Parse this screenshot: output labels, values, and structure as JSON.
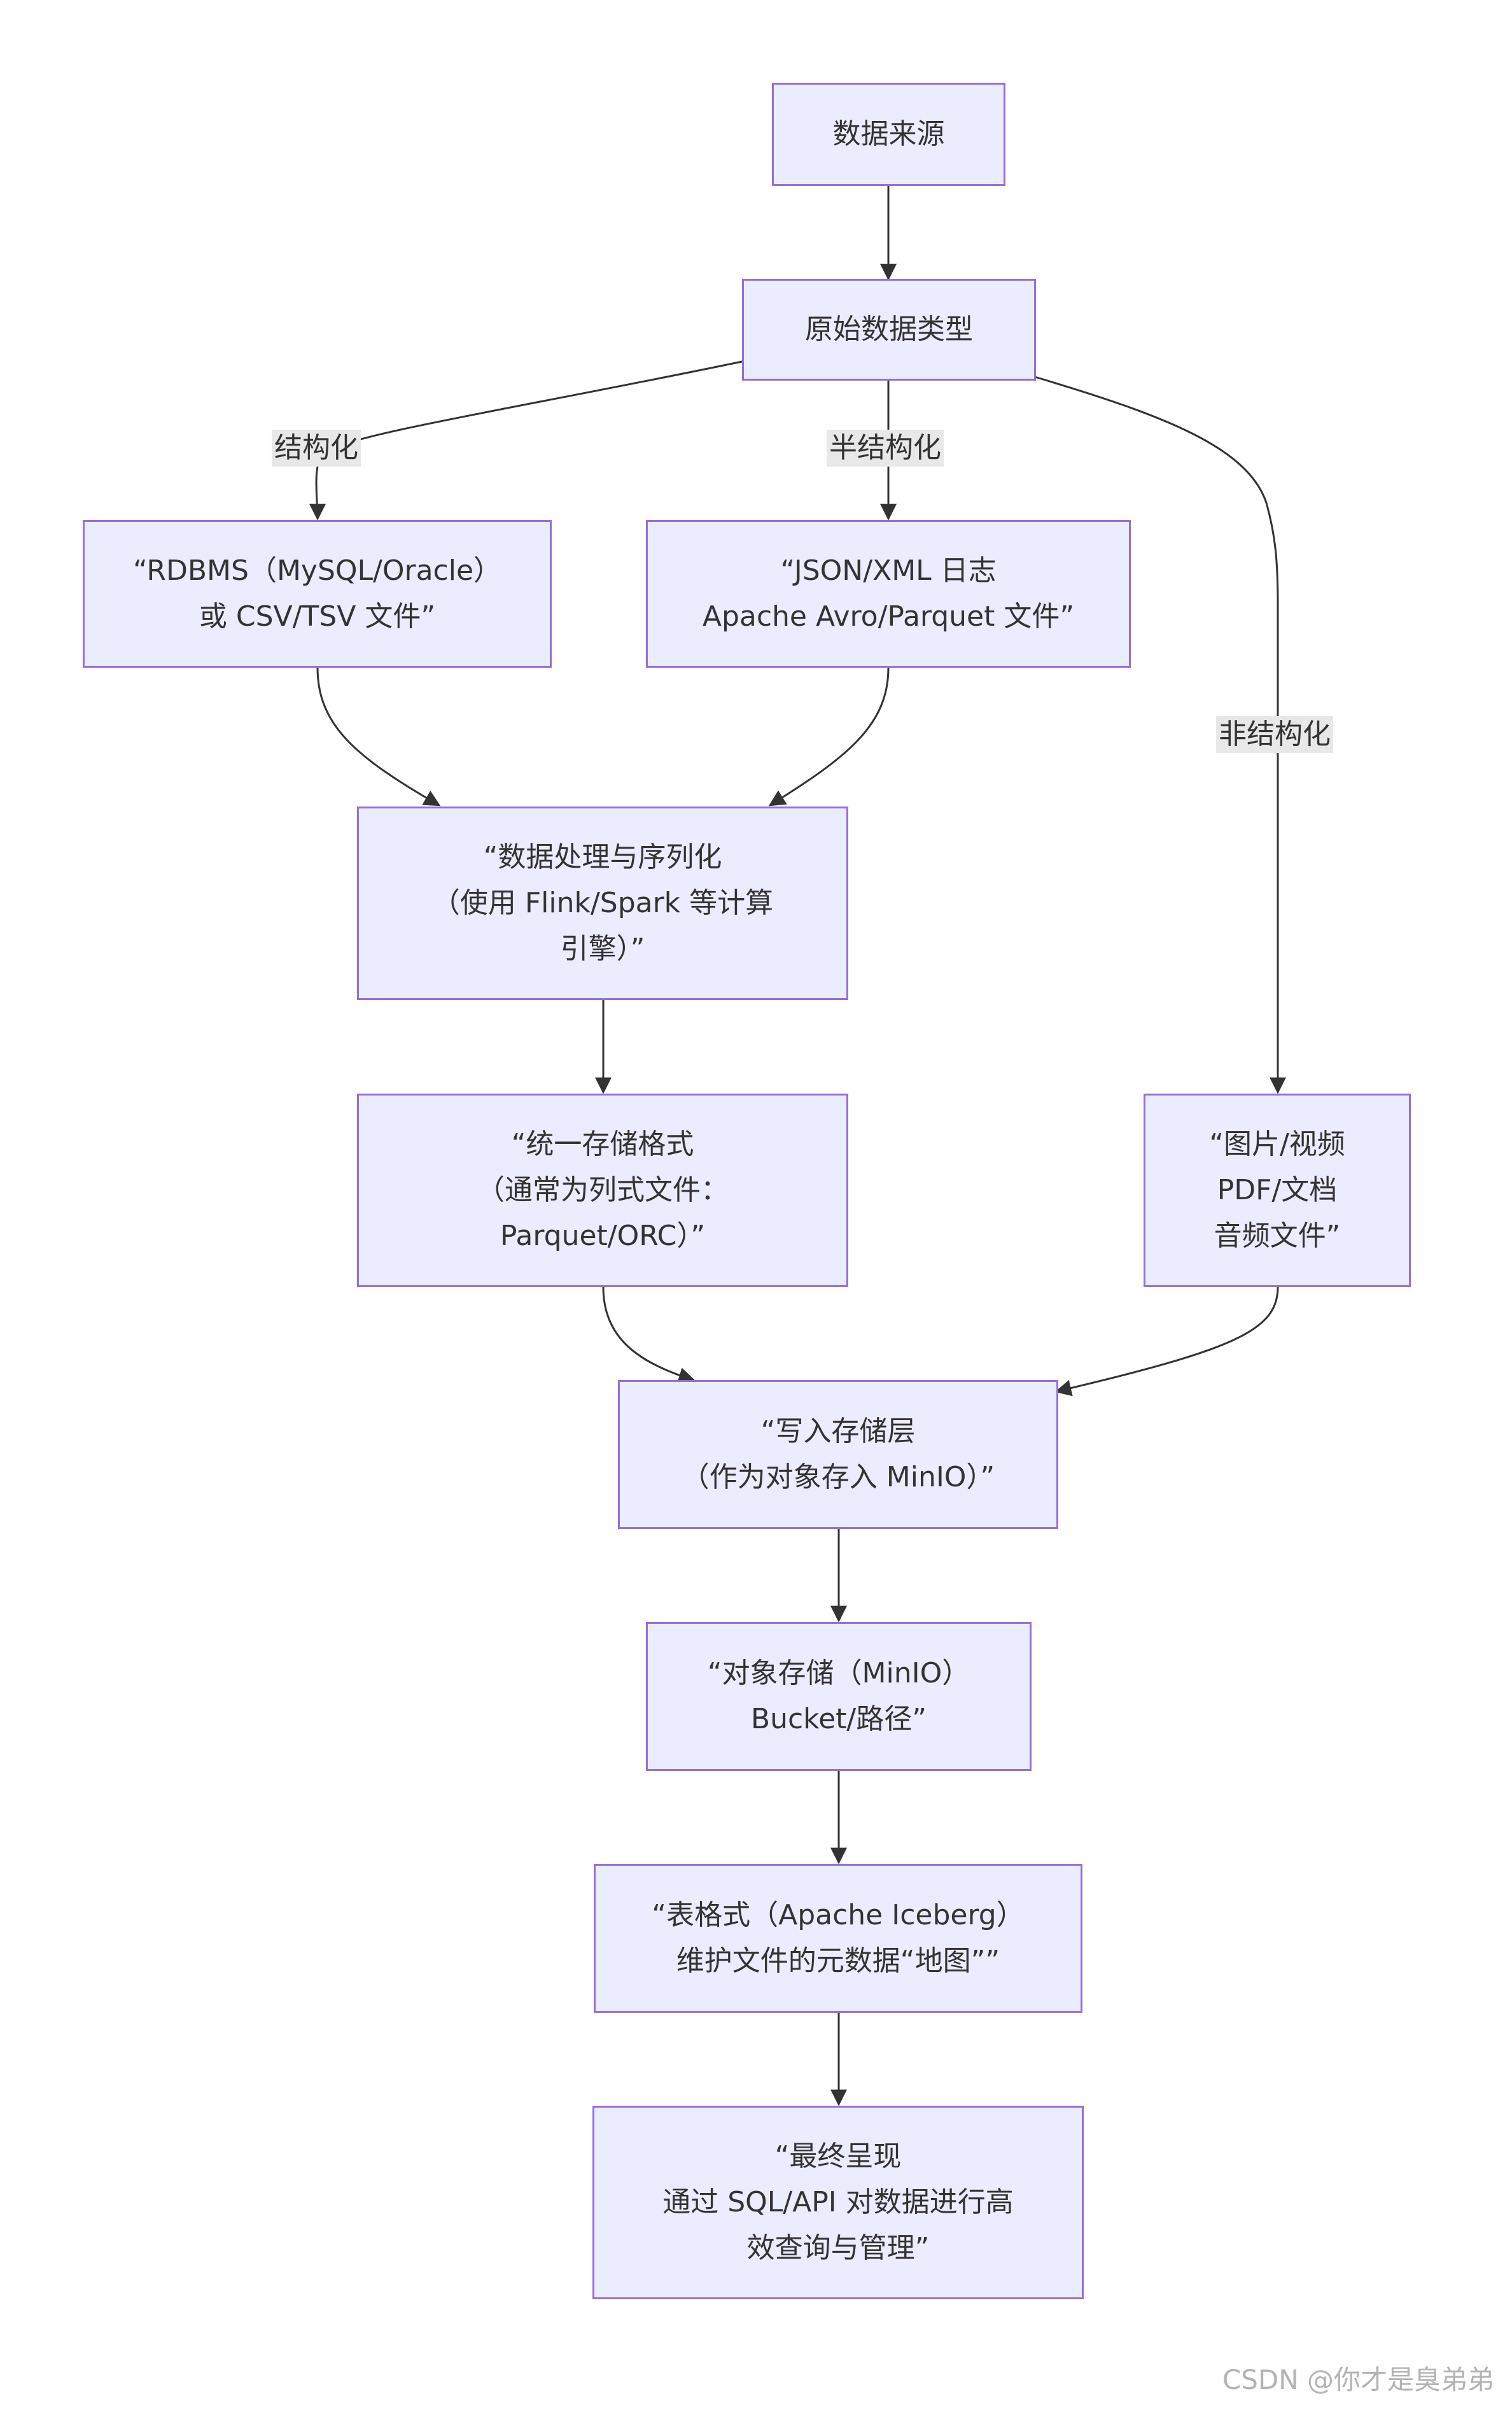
{
  "nodes": {
    "data_source": "数据来源",
    "raw_types": "原始数据类型",
    "structured": "“RDBMS（MySQL/Oracle）\n或 CSV/TSV 文件”",
    "semi_structured": "“JSON/XML 日志\nApache Avro/Parquet 文件”",
    "processing": "“数据处理与序列化\n（使用 Flink/Spark 等计算\n引擎）”",
    "unified_format": "“统一存储格式\n（通常为列式文件：\nParquet/ORC）”",
    "unstructured": "“图片/视频\nPDF/文档\n音频文件”",
    "write_storage": "“写入存储层\n（作为对象存入 MinIO）”",
    "object_storage": "“对象存储（MinIO）\nBucket/路径”",
    "table_format": "“表格式（Apache Iceberg）\n维护文件的元数据“地图””",
    "final": "“最终呈现\n通过 SQL/API 对数据进行高\n效查询与管理”"
  },
  "edge_labels": {
    "structured": "结构化",
    "semi_structured": "半结构化",
    "unstructured": "非结构化"
  },
  "watermark": "CSDN @你才是臭弟弟",
  "colors": {
    "node_fill": "#ececff",
    "node_border": "#9370db",
    "edge": "#333333",
    "label_bg": "#e8e8e8"
  }
}
